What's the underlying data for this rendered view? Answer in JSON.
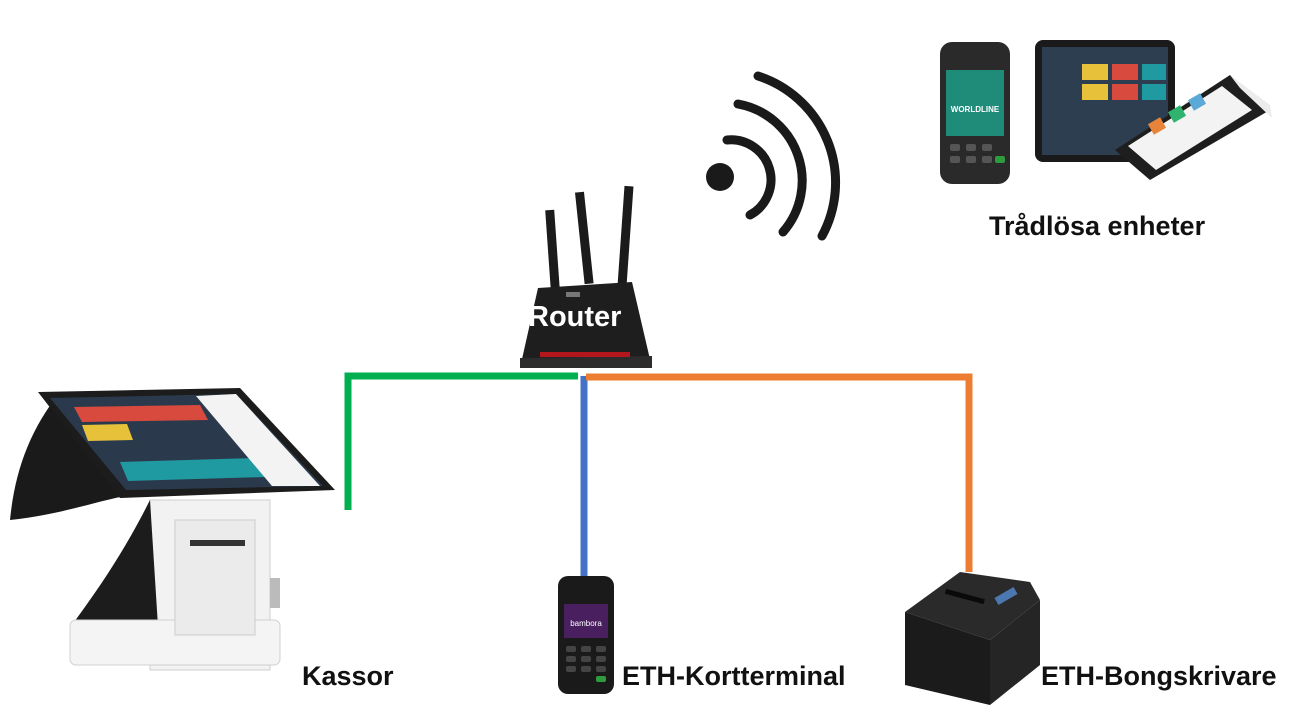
{
  "labels": {
    "router": "Router",
    "wireless": "Trådlösa enheter",
    "pos": "Kassor",
    "terminal": "ETH-Kortterminal",
    "printer": "ETH-Bongskrivare"
  },
  "device_texts": {
    "terminal_brand": "bambora",
    "wireless_terminal_brand": "WORLDLINE"
  },
  "icons": {
    "wifi": "wifi-signal-icon",
    "router": "router-icon",
    "pos": "pos-terminal-icon",
    "card_terminal": "card-terminal-icon",
    "printer": "receipt-printer-icon",
    "tablet": "tablet-icon",
    "handheld": "handheld-pos-icon"
  },
  "connections": [
    {
      "from": "router",
      "to": "pos",
      "color": "#00b050"
    },
    {
      "from": "router",
      "to": "terminal",
      "color": "#4472c4"
    },
    {
      "from": "router",
      "to": "printer",
      "color": "#ed7d31"
    }
  ]
}
